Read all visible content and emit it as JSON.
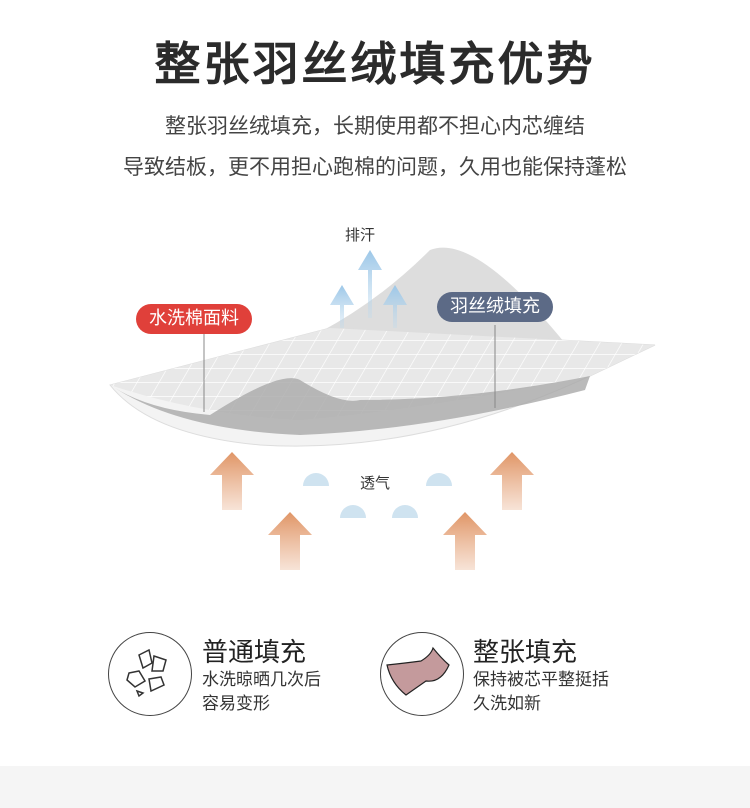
{
  "title": "整张羽丝绒填充优势",
  "subtitle_lines": [
    "整张羽丝绒填充，长期使用都不担心内芯缠结",
    "导致结板，更不用担心跑棉的问题，久用也能保持蓬松"
  ],
  "diagram": {
    "sweat_label": "排汗",
    "fabric_tag": "水洗棉面料",
    "filling_tag": "羽丝绒填充",
    "breath_label": "透气",
    "colors": {
      "fabric_tag": "#e0403a",
      "filling_tag": "#5c6a86",
      "warm_arrow": "#e5a37a",
      "cool_arrow": "#bcd9ee"
    }
  },
  "features": [
    {
      "icon": "fragments-icon",
      "title": "普通填充",
      "desc": [
        "水洗晾晒几次后",
        "容易变形"
      ]
    },
    {
      "icon": "whole-sheet-icon",
      "title": "整张填充",
      "desc": [
        "保持被芯平整挺括",
        "久洗如新"
      ]
    }
  ]
}
